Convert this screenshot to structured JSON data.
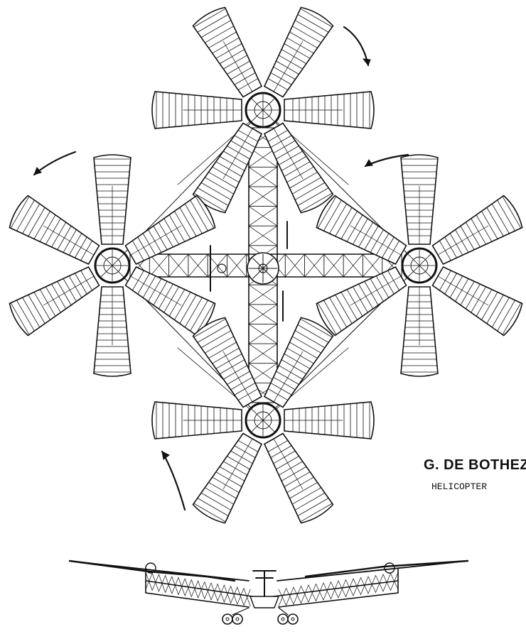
{
  "caption": {
    "title": "G. DE BOTHEZAT",
    "subtitle": "HELICOPTER"
  },
  "colors": {
    "ink": "#111111",
    "paper": "#ffffff"
  },
  "drawing": {
    "top_view": {
      "rotor_count": 4,
      "blades_per_rotor": 6
    },
    "side_view": {
      "wheel_count": 4
    }
  }
}
